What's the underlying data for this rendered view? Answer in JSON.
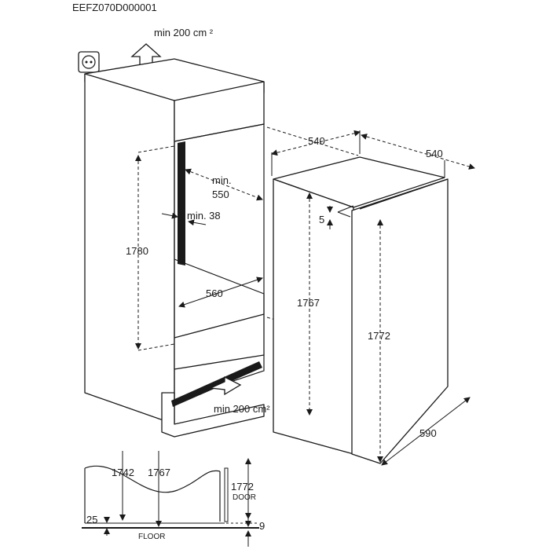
{
  "diagram": {
    "code": "EEFZ070D000001",
    "vent_top": "min 200 cm ²",
    "vent_bottom": "min 200 cm²",
    "niche_width_min_label": "min.",
    "niche_width_min_value": "550",
    "gap_min_label": "min. 38",
    "niche_height": "1780",
    "niche_width": "560",
    "appliance_width": "540",
    "appliance_depth": "540",
    "top_gap": "5",
    "body_height": "1767",
    "door_height": "1772",
    "door_depth": "590",
    "detail": {
      "h1": "1742",
      "h2": "1767",
      "h3": "1772",
      "door_label": "DOOR",
      "plinth": "25",
      "gap": "9",
      "floor": "FLOOR"
    }
  }
}
